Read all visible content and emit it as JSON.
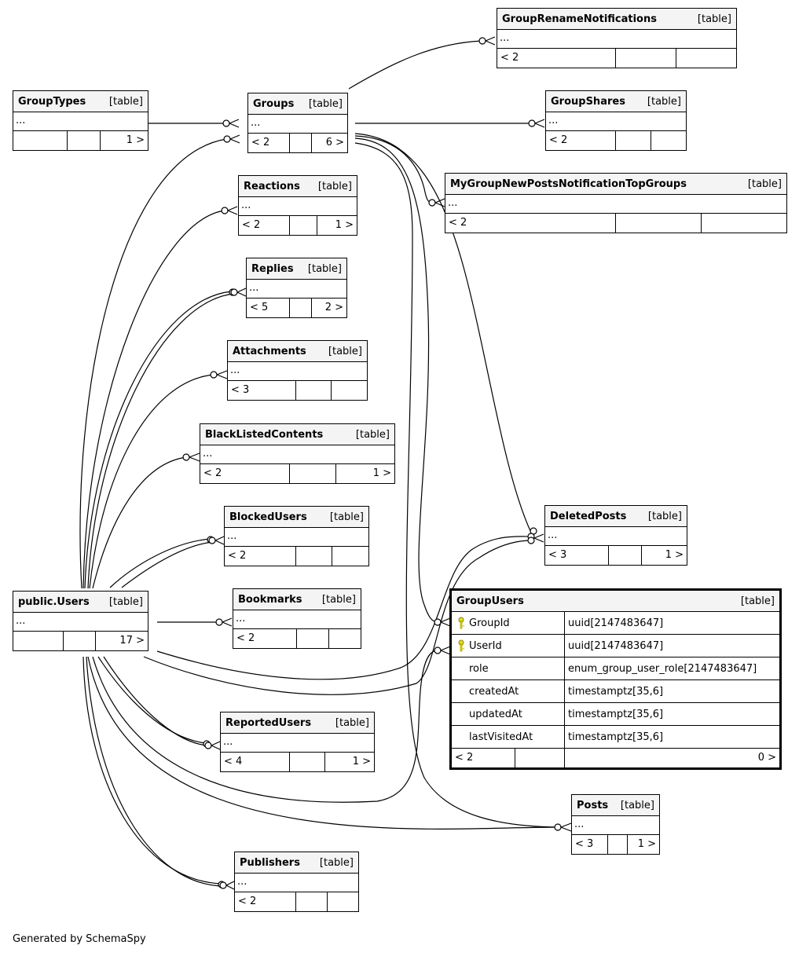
{
  "diagram": {
    "footer": "Generated by SchemaSpy",
    "ellipsis": "...",
    "tag": "[table]",
    "key_color": "#e6e000",
    "tables": {
      "groupRename": {
        "name": "GroupRenameNotifications",
        "f": [
          "< 2",
          "",
          ""
        ]
      },
      "groupTypes": {
        "name": "GroupTypes",
        "f": [
          "",
          "",
          "1 >"
        ]
      },
      "groups": {
        "name": "Groups",
        "f": [
          "< 2",
          "",
          "6 >"
        ]
      },
      "groupShares": {
        "name": "GroupShares",
        "f": [
          "< 2",
          "",
          ""
        ]
      },
      "myGroupNew": {
        "name": "MyGroupNewPostsNotificationTopGroups",
        "f": [
          "< 2",
          "",
          ""
        ]
      },
      "reactions": {
        "name": "Reactions",
        "f": [
          "< 2",
          "",
          "1 >"
        ]
      },
      "replies": {
        "name": "Replies",
        "f": [
          "< 5",
          "",
          "2 >"
        ]
      },
      "attachments": {
        "name": "Attachments",
        "f": [
          "< 3",
          "",
          ""
        ]
      },
      "blackListed": {
        "name": "BlackListedContents",
        "f": [
          "< 2",
          "",
          "1 >"
        ]
      },
      "blockedUsers": {
        "name": "BlockedUsers",
        "f": [
          "< 2",
          "",
          ""
        ]
      },
      "deletedPosts": {
        "name": "DeletedPosts",
        "f": [
          "< 3",
          "",
          "1 >"
        ]
      },
      "publicUsers": {
        "name": "public.Users",
        "f": [
          "",
          "",
          "17 >"
        ]
      },
      "bookmarks": {
        "name": "Bookmarks",
        "f": [
          "< 2",
          "",
          ""
        ]
      },
      "reportedUsers": {
        "name": "ReportedUsers",
        "f": [
          "< 4",
          "",
          "1 >"
        ]
      },
      "posts": {
        "name": "Posts",
        "f": [
          "< 3",
          "",
          "1 >"
        ]
      },
      "publishers": {
        "name": "Publishers",
        "f": [
          "< 2",
          "",
          ""
        ]
      }
    },
    "groupUsers": {
      "name": "GroupUsers",
      "columns": [
        {
          "name": "GroupId",
          "type": "uuid[2147483647]",
          "key": true
        },
        {
          "name": "UserId",
          "type": "uuid[2147483647]",
          "key": true
        },
        {
          "name": "role",
          "type": "enum_group_user_role[2147483647]",
          "key": false
        },
        {
          "name": "createdAt",
          "type": "timestamptz[35,6]",
          "key": false
        },
        {
          "name": "updatedAt",
          "type": "timestamptz[35,6]",
          "key": false
        },
        {
          "name": "lastVisitedAt",
          "type": "timestamptz[35,6]",
          "key": false
        }
      ],
      "f": [
        "< 2",
        "",
        "0 >"
      ]
    }
  }
}
